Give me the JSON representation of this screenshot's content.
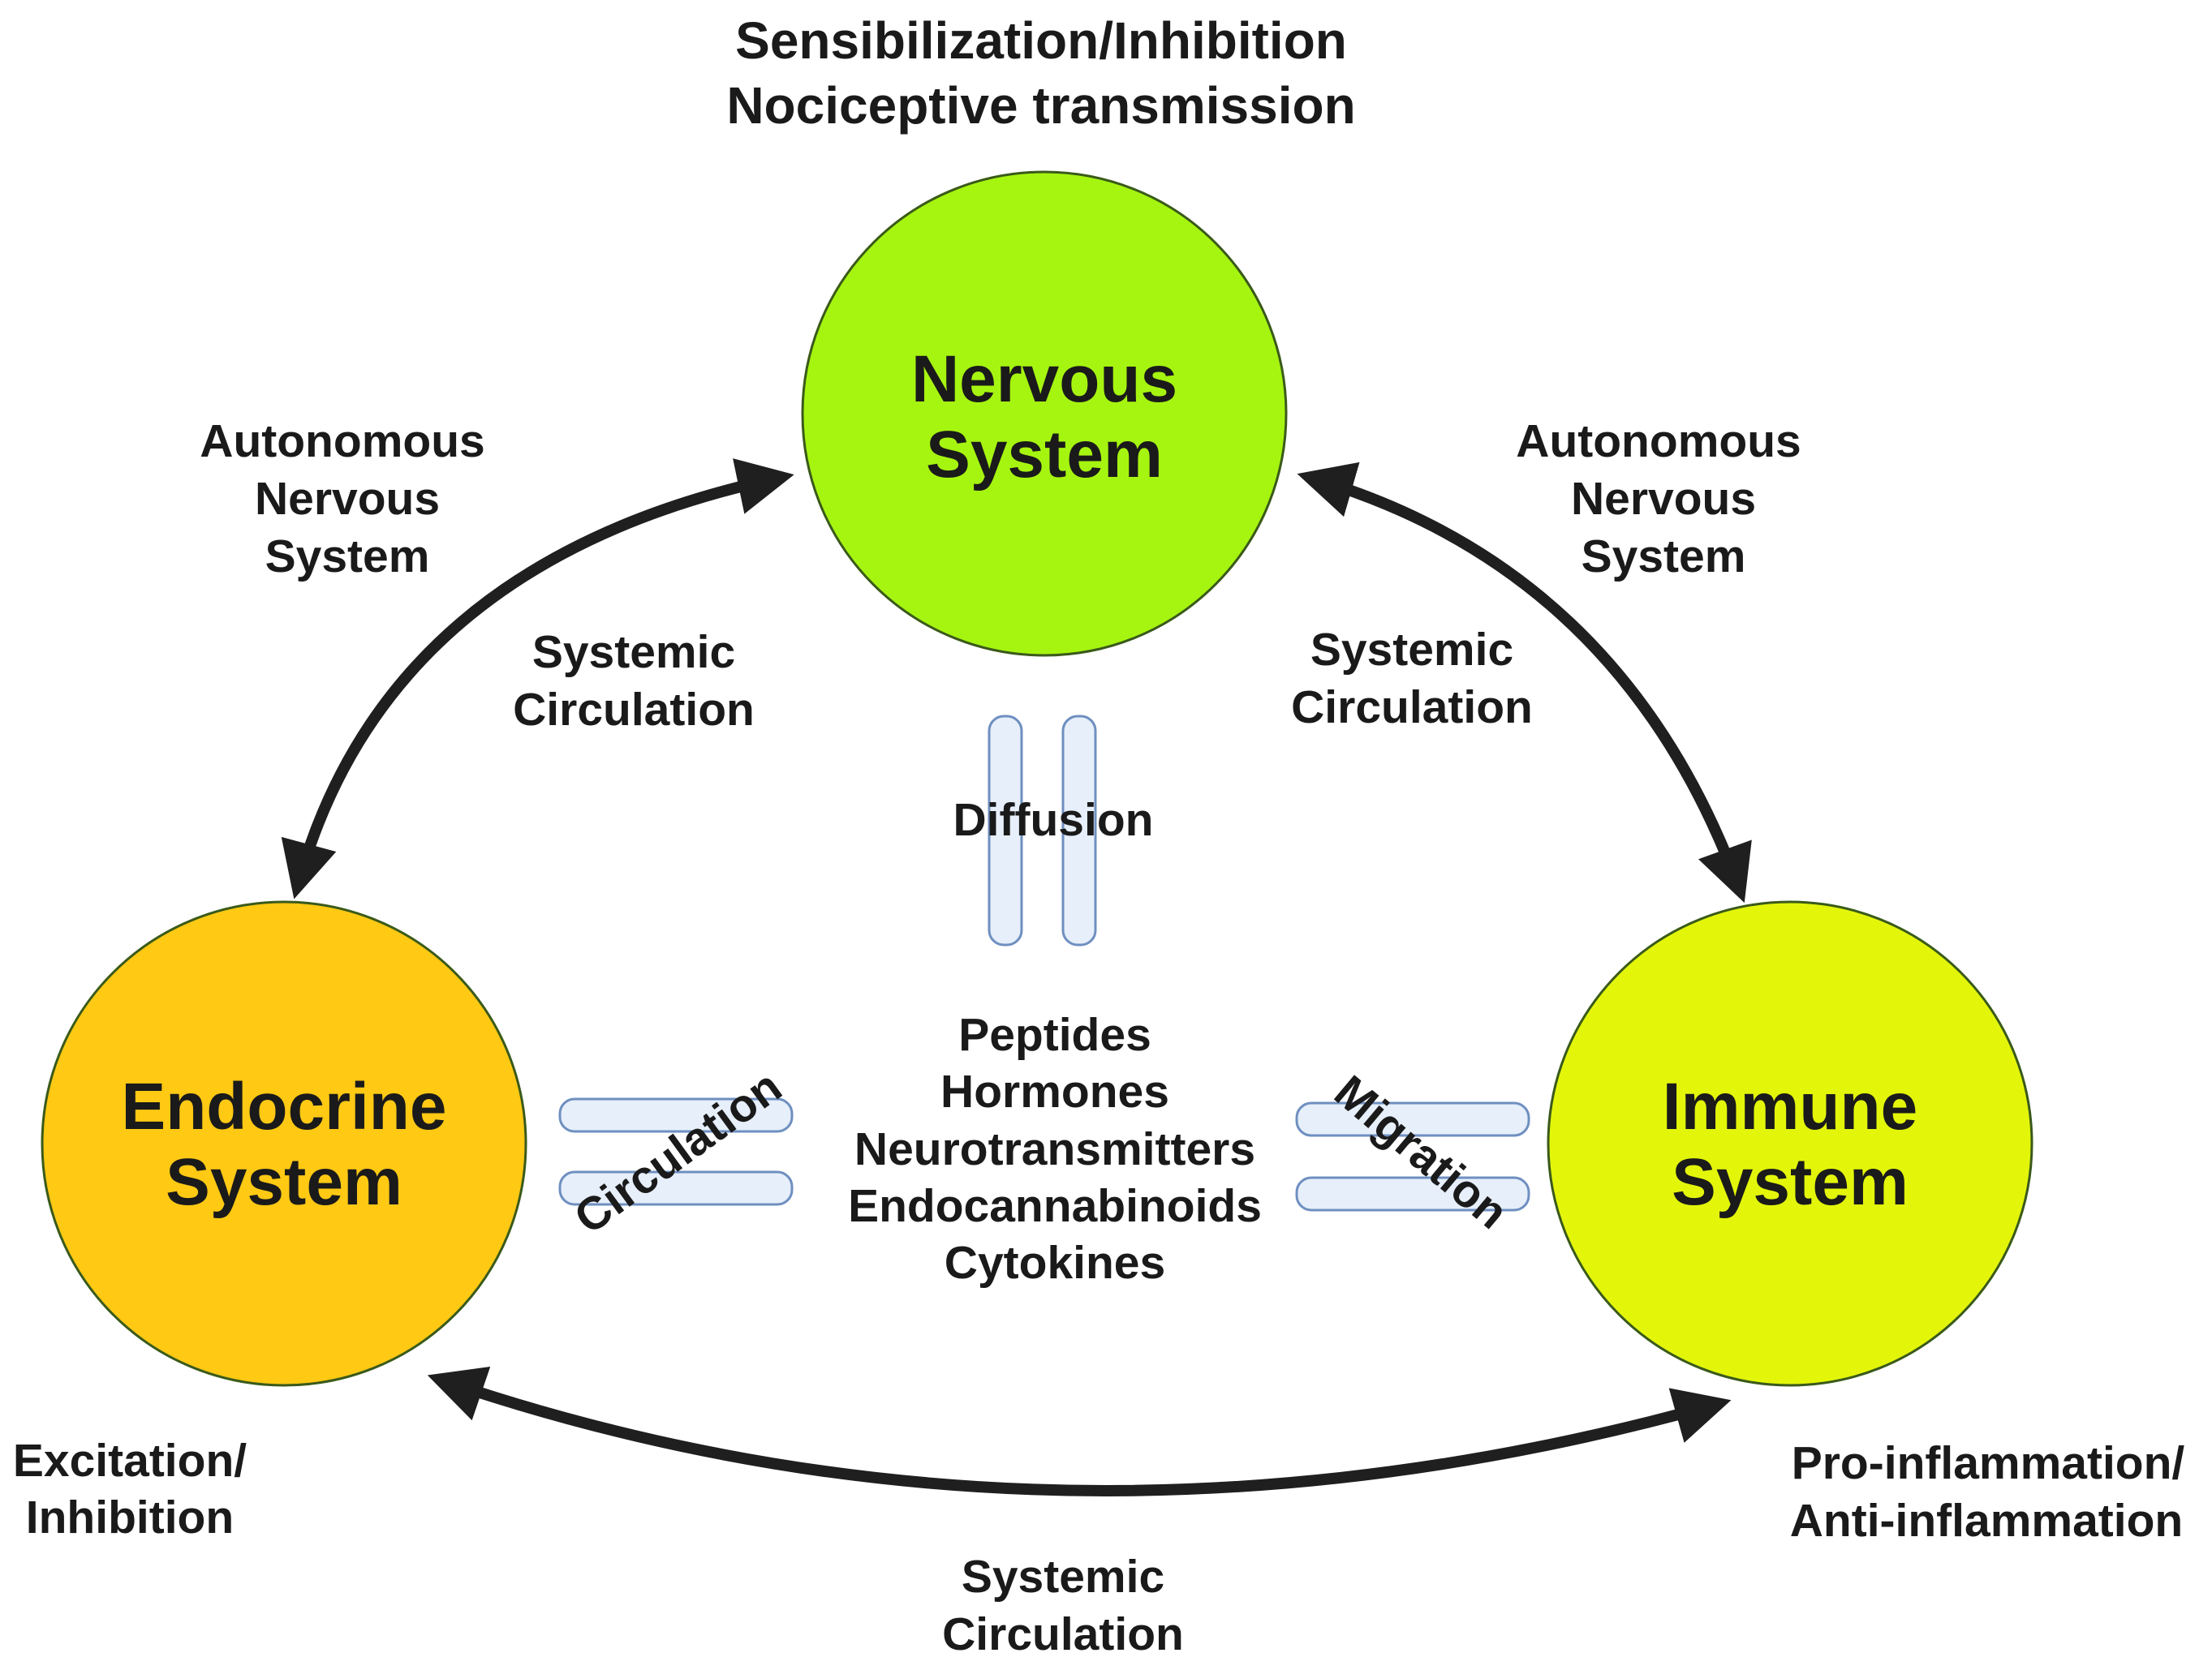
{
  "title": {
    "line1": "Sensibilization/Inhibition",
    "line2": "Nociceptive transmission"
  },
  "nodes": {
    "nervous": {
      "line1": "Nervous",
      "line2": "System",
      "color": "#A6F510"
    },
    "endocrine": {
      "line1": "Endocrine",
      "line2": "System",
      "color": "#FFC914"
    },
    "immune": {
      "line1": "Immune",
      "line2": "System",
      "color": "#E3F60A"
    }
  },
  "edges": {
    "left_outer": {
      "line1": "Autonomous",
      "line2": "Nervous",
      "line3": "System"
    },
    "right_outer": {
      "line1": "Autonomous",
      "line2": "Nervous",
      "line3": "System"
    },
    "left_inner": {
      "line1": "Systemic",
      "line2": "Circulation"
    },
    "right_inner": {
      "line1": "Systemic",
      "line2": "Circulation"
    },
    "bottom": {
      "line1": "Systemic",
      "line2": "Circulation"
    }
  },
  "channels": {
    "top": "Diffusion",
    "left": "Circulation",
    "right": "Migration"
  },
  "center_list": [
    "Peptides",
    "Hormones",
    "Neurotransmitters",
    "Endocannabinoids",
    "Cytokines"
  ],
  "effects": {
    "endocrine": {
      "line1": "Excitation/",
      "line2": "Inhibition"
    },
    "immune": {
      "line1": "Pro-inflammation/",
      "line2": "Anti-inflammation"
    }
  },
  "colors": {
    "arrow": "#1f1f1f",
    "channel_fill": "#E6EFFA",
    "channel_stroke": "#6F8FC0",
    "circle_stroke": "#3a5a1a"
  }
}
